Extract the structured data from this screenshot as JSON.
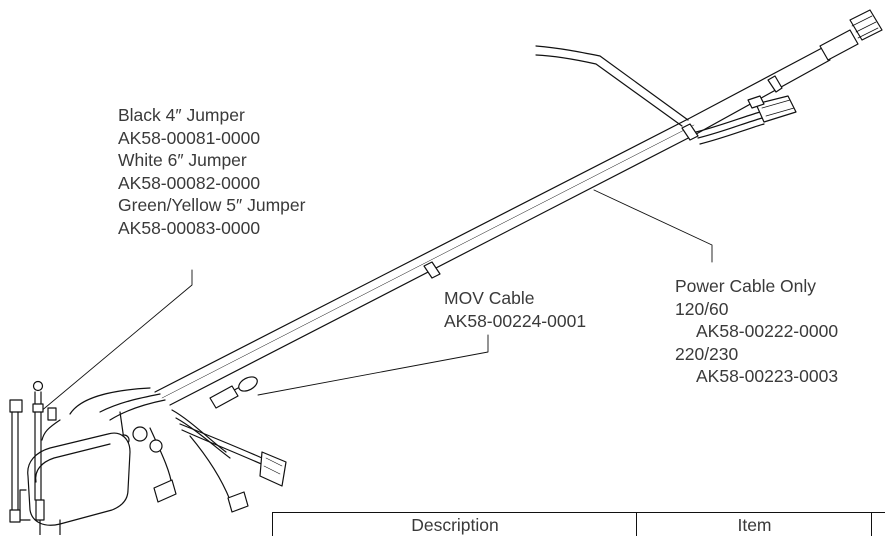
{
  "callouts": {
    "jumpers": {
      "lines": [
        "Black 4″ Jumper",
        "AK58-00081-0000",
        "White 6″ Jumper",
        "AK58-00082-0000",
        "Green/Yellow 5″ Jumper",
        "AK58-00083-0000"
      ]
    },
    "mov_cable": {
      "name": "MOV Cable",
      "part": "AK58-00224-0001"
    },
    "power_cable": {
      "title": "Power Cable Only",
      "voltage_1": "120/60",
      "part_1": "AK58-00222-0000",
      "voltage_2": "220/230",
      "part_2": "AK58-00223-0003"
    }
  },
  "table": {
    "headers": [
      "Description",
      "Item"
    ]
  },
  "colors": {
    "ink": "#111111",
    "label": "#3a3a3a",
    "background": "#ffffff"
  }
}
